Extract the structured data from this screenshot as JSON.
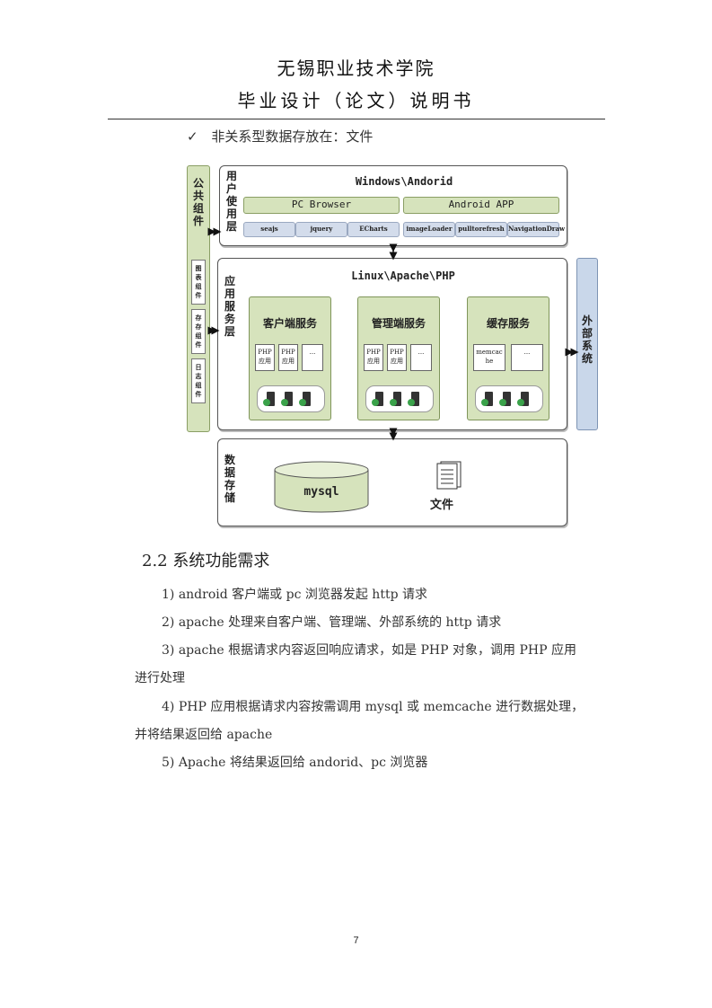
{
  "header": {
    "line1": "无锡职业技术学院",
    "line2": "毕业设计（论文）说明书"
  },
  "note": {
    "check": "✓",
    "text": "非关系型数据存放在：文件"
  },
  "diagram": {
    "left_panel": {
      "title": "公共组件",
      "items": [
        "图表组件",
        "存存组件",
        "日志组件"
      ]
    },
    "right_panel": {
      "title": "外部系统"
    },
    "user_layer": {
      "label": "用户使用层",
      "title": "Windows\\Andorid",
      "bars": [
        "PC Browser",
        "Android APP"
      ],
      "libs": [
        "seajs",
        "jquery",
        "ECharts",
        "imageLoader",
        "pulltorefresh",
        "NavigationDraw"
      ]
    },
    "app_layer": {
      "label": "应用服务层",
      "title": "Linux\\Apache\\PHP",
      "services": [
        {
          "name": "客户端服务",
          "subs": [
            "PHP 应用",
            "PHP 应用",
            "..."
          ]
        },
        {
          "name": "管理端服务",
          "subs": [
            "PHP 应用",
            "PHP 应用",
            "..."
          ]
        },
        {
          "name": "缓存服务",
          "subs": [
            "memcac he",
            "..."
          ]
        }
      ]
    },
    "data_layer": {
      "label": "数据存储",
      "db": "mysql",
      "file": "文件"
    }
  },
  "section": {
    "title": "2.2 系统功能需求"
  },
  "items": [
    "1) android 客户端或 pc 浏览器发起 http 请求",
    "2) apache 处理来自客户端、管理端、外部系统的 http 请求",
    "3) apache 根据请求内容返回响应请求，如是 PHP 对象，调用 PHP 应用",
    "进行处理",
    "4) PHP 应用根据请求内容按需调用 mysql 或 memcache 进行数据处理，",
    "并将结果返回给 apache",
    "5) Apache 将结果返回给 andorid、pc 浏览器"
  ],
  "page_number": "7"
}
